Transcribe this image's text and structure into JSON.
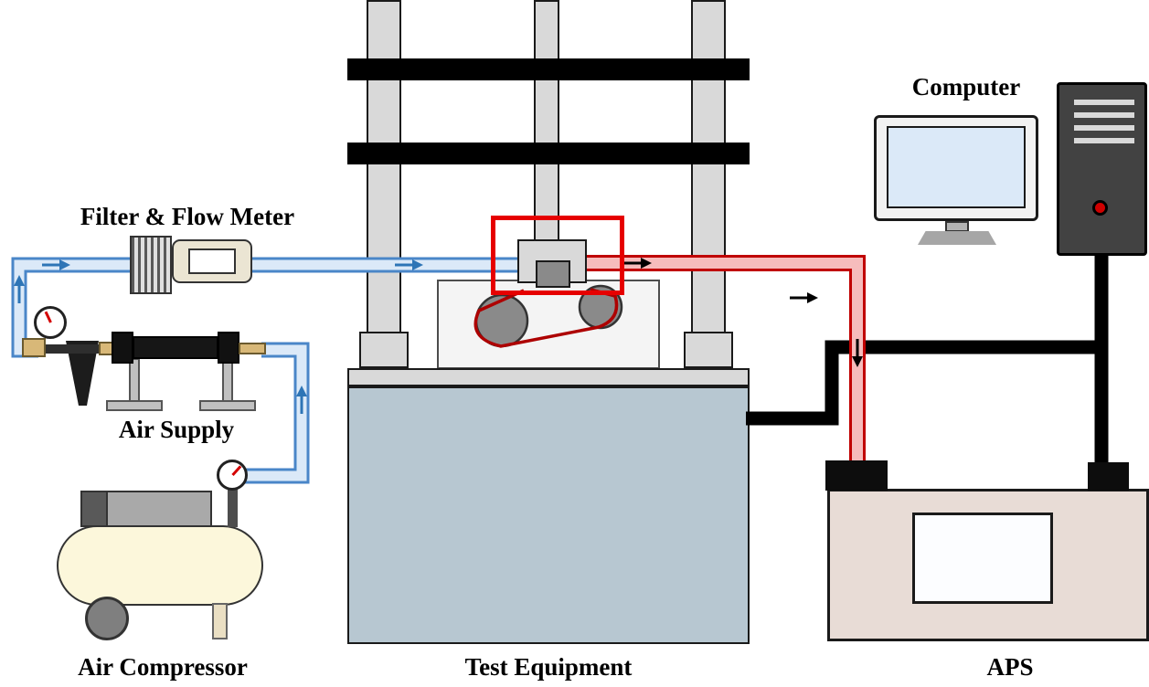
{
  "labels": {
    "filter_flow_meter": "Filter & Flow Meter",
    "air_supply": "Air Supply",
    "air_compressor": "Air Compressor",
    "test_equipment": "Test Equipment",
    "computer": "Computer",
    "aps": "APS"
  },
  "colors": {
    "air_line_fill": "#dbe9f8",
    "air_line_stroke": "#4a86c8",
    "pressure_line_fill": "#f6bcbc",
    "pressure_line_stroke": "#c00000",
    "cable_black": "#000000",
    "highlight_red": "#e60000",
    "machine_base": "#b7c7d1",
    "metal_light": "#d9d9d9",
    "metal_dark": "#8a8a8a",
    "tank_cream": "#fcf7db",
    "aps_body": "#e8dcd6",
    "screen_blue": "#dbe9f8",
    "arrow_blue": "#2e75b6",
    "needle_red": "#d40000"
  }
}
